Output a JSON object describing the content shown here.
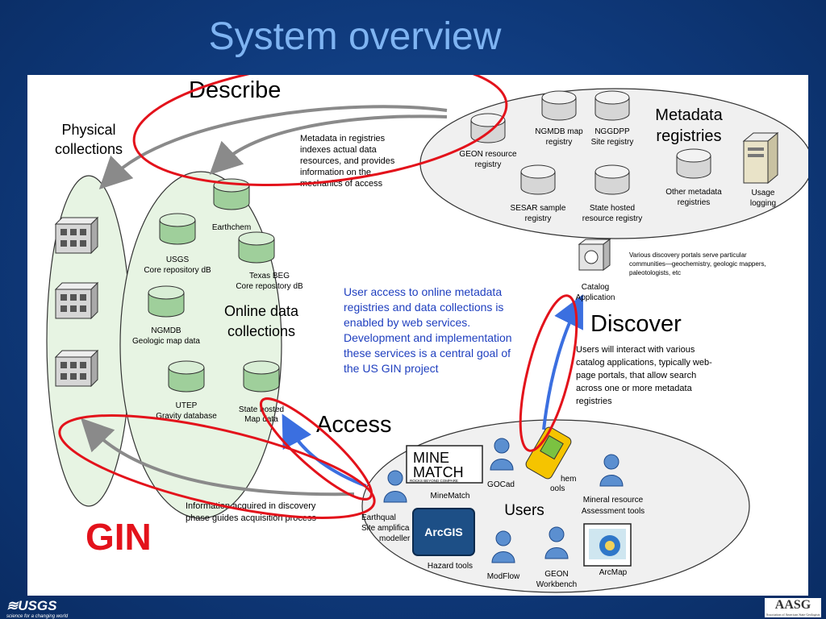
{
  "slide": {
    "title": "System overview"
  },
  "sections": {
    "describe": "Describe",
    "discover": "Discover",
    "access": "Access",
    "gin": "GIN"
  },
  "physical": {
    "title_1": "Physical",
    "title_2": "collections"
  },
  "online": {
    "title_1": "Online data",
    "title_2": "collections",
    "items": [
      {
        "l1": "Earthchem",
        "l2": ""
      },
      {
        "l1": "USGS",
        "l2": "Core repository dB"
      },
      {
        "l1": "Texas BEG",
        "l2": "Core repository dB"
      },
      {
        "l1": "NGMDB",
        "l2": "Geologic map data"
      },
      {
        "l1": "UTEP",
        "l2": "Gravity database"
      },
      {
        "l1": "State hosted",
        "l2": "Map data"
      }
    ]
  },
  "registries": {
    "title_1": "Metadata",
    "title_2": "registries",
    "items": [
      {
        "l1": "GEON resource",
        "l2": "registry"
      },
      {
        "l1": "NGMDB map",
        "l2": "registry"
      },
      {
        "l1": "NGGDPP",
        "l2": "Site registry"
      },
      {
        "l1": "SESAR sample",
        "l2": "registry"
      },
      {
        "l1": "State hosted",
        "l2": "resource registry"
      },
      {
        "l1": "Other metadata",
        "l2": "registries"
      }
    ],
    "usage_1": "Usage",
    "usage_2": "logging"
  },
  "describe_note": [
    "Metadata in registries",
    "indexes actual data",
    "resources, and provides",
    "information on the",
    "mechanics of access"
  ],
  "catalog": {
    "l1": "Catalog",
    "l2": "Application"
  },
  "portals_note": [
    "Various discovery portals serve particular",
    "communities—geochemistry, geologic mappers,",
    "paleotologists, etc"
  ],
  "access_note": [
    "User access to online metadata",
    "registries and data collections is",
    "enabled by web services.",
    "Development and implementation",
    "these services is a central goal of",
    "the US GIN project"
  ],
  "discover_note": [
    "Users will interact with various",
    "catalog applications, typically web-",
    "page portals, that allow search",
    "across one or more metadata",
    "registries"
  ],
  "acquisition_note": [
    "Information acquired in discovery",
    "phase guides acquisition process"
  ],
  "users": {
    "title": "Users",
    "minematch_logo_1": "MINE",
    "minematch_logo_2": "MATCH",
    "minematch_tagline": "ROCKS BEYOND COMPARE",
    "minematch": "MineMatch",
    "gocad": "GOCad",
    "chem_tools_1": "hem",
    "chem_tools_2": "ools",
    "mineral_1": "Mineral resource",
    "mineral_2": "Assessment tools",
    "earthquake_1": "Earthqual",
    "earthquake_2": "Site amplifica",
    "earthquake_3": "modeller",
    "arcgis": "ArcGIS",
    "hazard": "Hazard tools",
    "modflow": "ModFlow",
    "geon_1": "GEON",
    "geon_2": "Workbench",
    "arcmap": "ArcMap"
  },
  "footer": {
    "usgs": "≋USGS",
    "usgs_tagline": "science for a changing world",
    "aasg": "AASG",
    "aasg_tagline": "Association of American State Geologists"
  },
  "colors": {
    "annotation_red": "#e3121b",
    "flow_blue": "#3b6fe0",
    "flow_gray": "#8a8a8a"
  }
}
